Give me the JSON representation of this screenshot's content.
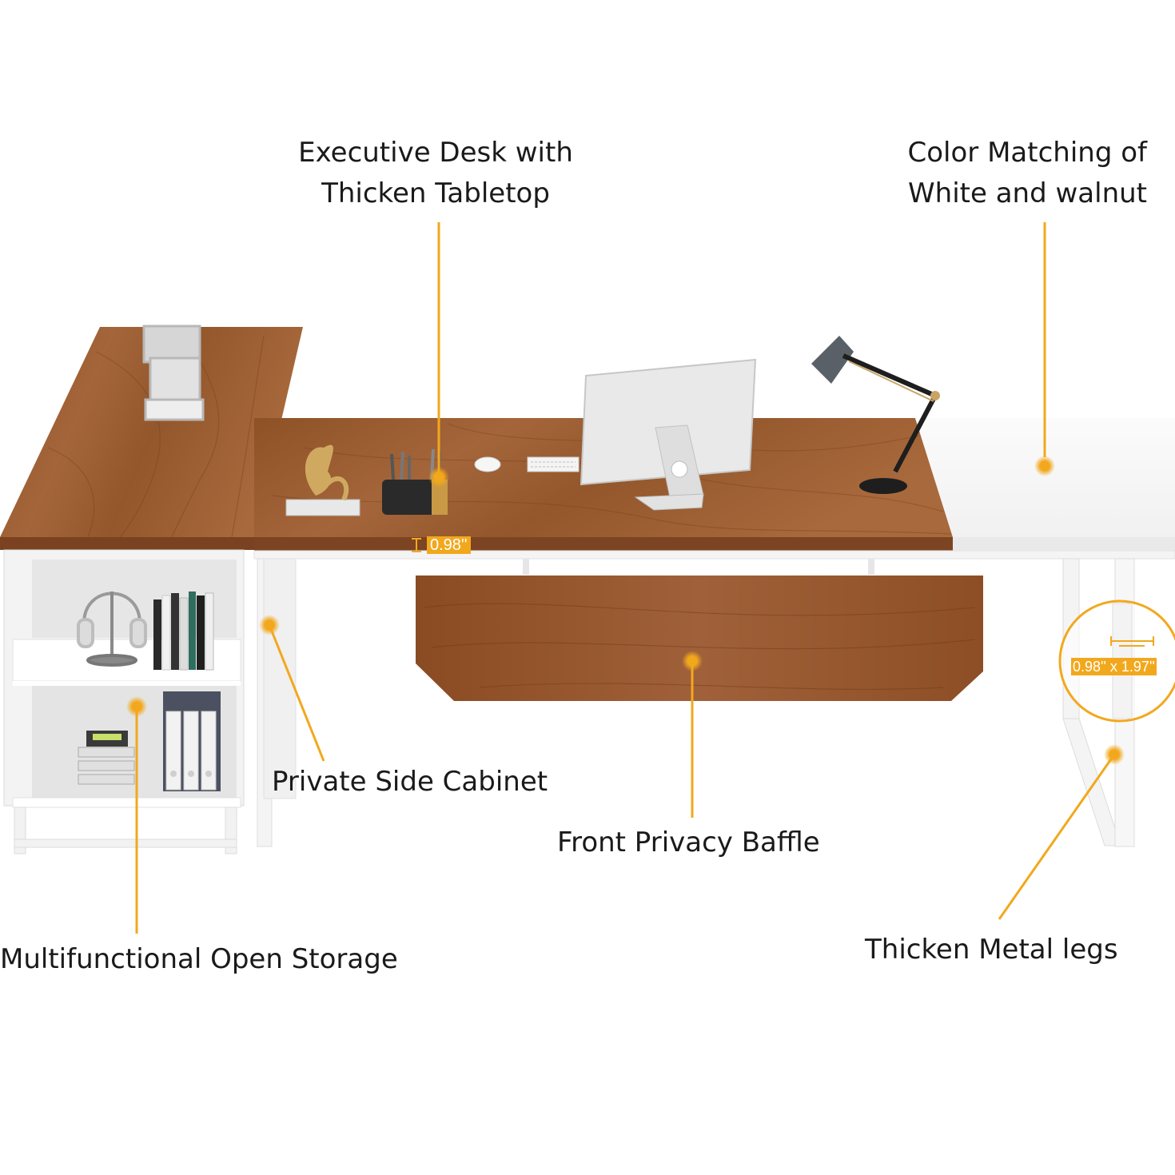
{
  "colors": {
    "accent": "#f2a81d",
    "walnut": "#8a4f24",
    "walnut_light": "#a9683a",
    "white_panel": "#f6f6f6",
    "text": "#1a1a1a"
  },
  "callouts": {
    "executive_desk": {
      "line1": "Executive Desk with",
      "line2": "Thicken Tabletop"
    },
    "color_matching": {
      "line1": "Color Matching of",
      "line2": "White and walnut"
    },
    "side_cabinet": "Private Side Cabinet",
    "privacy_baffle": "Front Privacy Baffle",
    "open_storage": "Multifunctional Open Storage",
    "metal_legs": "Thicken Metal legs"
  },
  "dimensions": {
    "tabletop_thickness": "0.98''",
    "leg_section": "0.98'' x 1.97''"
  },
  "icons": [
    "desk-lamp-icon",
    "monitor-icon",
    "keyboard-icon",
    "mouse-icon",
    "pen-holder-icon",
    "sculpture-icon",
    "headphones-icon",
    "binder-icon",
    "file-tray-icon",
    "books-icon",
    "paper-organizer-icon"
  ]
}
